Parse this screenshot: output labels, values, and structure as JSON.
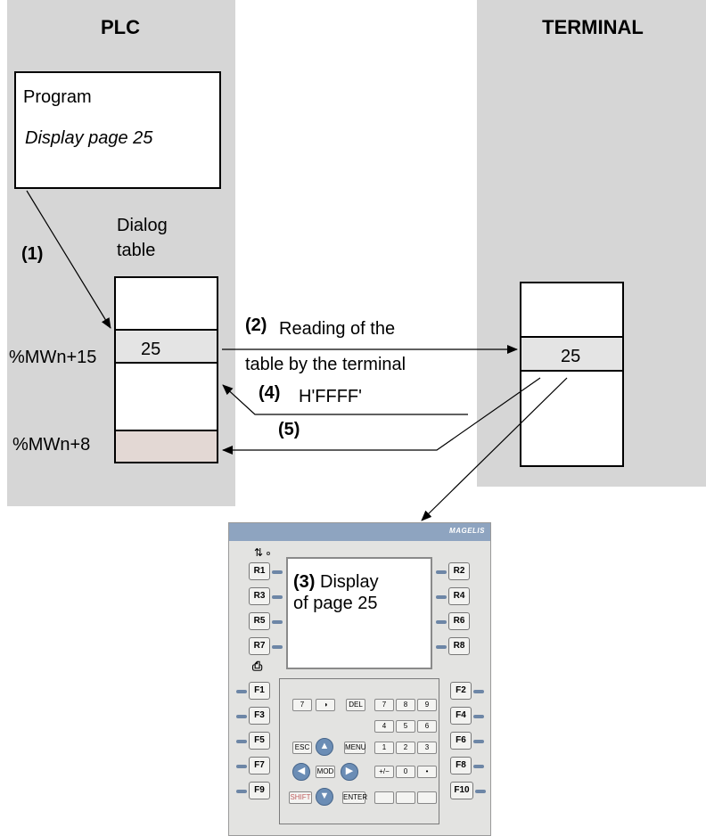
{
  "plc": {
    "title": "PLC"
  },
  "terminal": {
    "title": "TERMINAL"
  },
  "program_box": {
    "line1": "Program",
    "line2": "Display page 25"
  },
  "dialog_table": {
    "label_line1": "Dialog",
    "label_line2": "table",
    "value": "25"
  },
  "addresses": {
    "mw15": "%MWn+15",
    "mw8": "%MWn+8"
  },
  "steps": {
    "s1": "(1)",
    "s2_num": "(2)",
    "s2_text": "Reading of the",
    "s2_text2": "table by the terminal",
    "s4_num": "(4)",
    "s4_text": "H'FFFF'",
    "s5": "(5)",
    "s3_num": "(3)",
    "s3_text": "Display",
    "s3_text2": "of page 25"
  },
  "terminal_table": {
    "value": "25"
  },
  "device": {
    "brand": "MAGELIS",
    "left_keys": [
      "R1",
      "R3",
      "R5",
      "R7"
    ],
    "right_keys": [
      "R2",
      "R4",
      "R6",
      "R8"
    ],
    "left_fkeys": [
      "F1",
      "F3",
      "F5",
      "F7",
      "F9"
    ],
    "right_fkeys": [
      "F2",
      "F4",
      "F6",
      "F8",
      "F10"
    ],
    "keypad": {
      "row1": [
        "7",
        "◑",
        "DEL",
        "7",
        "8",
        "9"
      ],
      "row2": [
        "4",
        "5",
        "6"
      ],
      "row3": [
        "ESC",
        "MENU",
        "1",
        "2",
        "3"
      ],
      "row4": [
        "MOD",
        "+/−",
        "0",
        "•"
      ],
      "row5": [
        "SHIFT",
        "ENTER"
      ]
    }
  },
  "colors": {
    "panel": "#d6d6d6",
    "highlight_cell": "#e4e4e4",
    "status_cell": "#e3d8d4",
    "brand_bar": "#8ea4c0"
  }
}
